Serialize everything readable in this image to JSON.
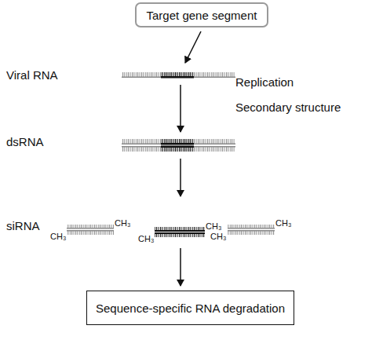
{
  "diagram": {
    "nodes": [
      {
        "text": [
          "Target gene segment"
        ]
      },
      {
        "text": [
          "Sequence-specific RNA degradation"
        ]
      }
    ],
    "labels": [
      "Viral RNA",
      "Replication",
      "Secondary structure",
      "dsRNA",
      "siRNA",
      "CH₃",
      "CH₃",
      "CH₃",
      "CH₃",
      "CH₃",
      "CH₃"
    ]
  }
}
